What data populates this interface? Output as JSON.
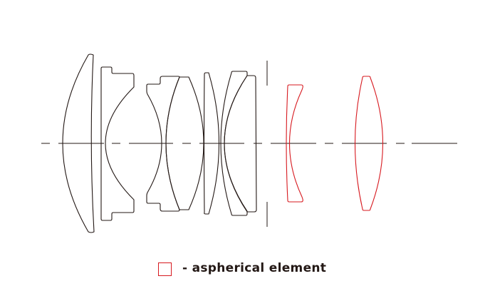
{
  "diagram": {
    "type": "lens-construction",
    "element_count": 9,
    "aspherical_elements": [
      8,
      9
    ],
    "colors": {
      "standard": "#231815",
      "aspherical": "#d7191f"
    }
  },
  "legend": {
    "label": "- aspherical element"
  }
}
